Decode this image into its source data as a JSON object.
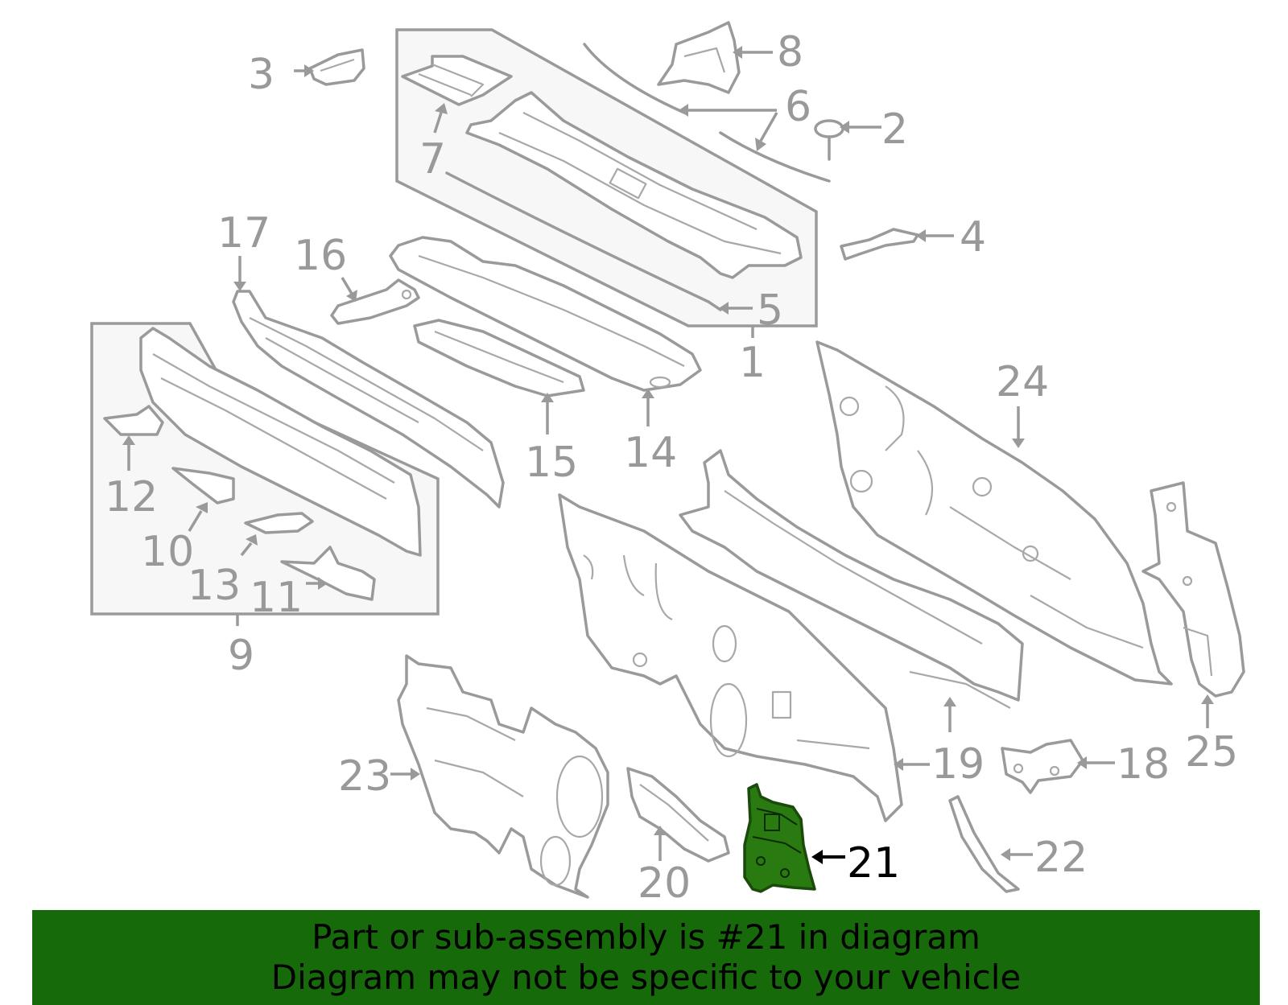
{
  "labels": {
    "l1": "1",
    "l2": "2",
    "l3": "3",
    "l4": "4",
    "l5": "5",
    "l6": "6",
    "l7": "7",
    "l8": "8",
    "l9": "9",
    "l10": "10",
    "l11": "11",
    "l12": "12",
    "l13": "13",
    "l14": "14",
    "l15": "15",
    "l16": "16",
    "l17": "17",
    "l18": "18",
    "l19": "19",
    "l20": "20",
    "l21": "21",
    "l22": "22",
    "l23": "23",
    "l24": "24",
    "l25": "25"
  },
  "highlight": {
    "part_number": "21",
    "color": "#2a7a12"
  },
  "banner": {
    "line1": "Part or sub-assembly is #21 in diagram",
    "line2": "Diagram may not be specific to your vehicle",
    "background": "#176a0a"
  },
  "colors": {
    "linework": "#9a9a9a",
    "label": "#999999",
    "highlight_label": "#000000"
  }
}
